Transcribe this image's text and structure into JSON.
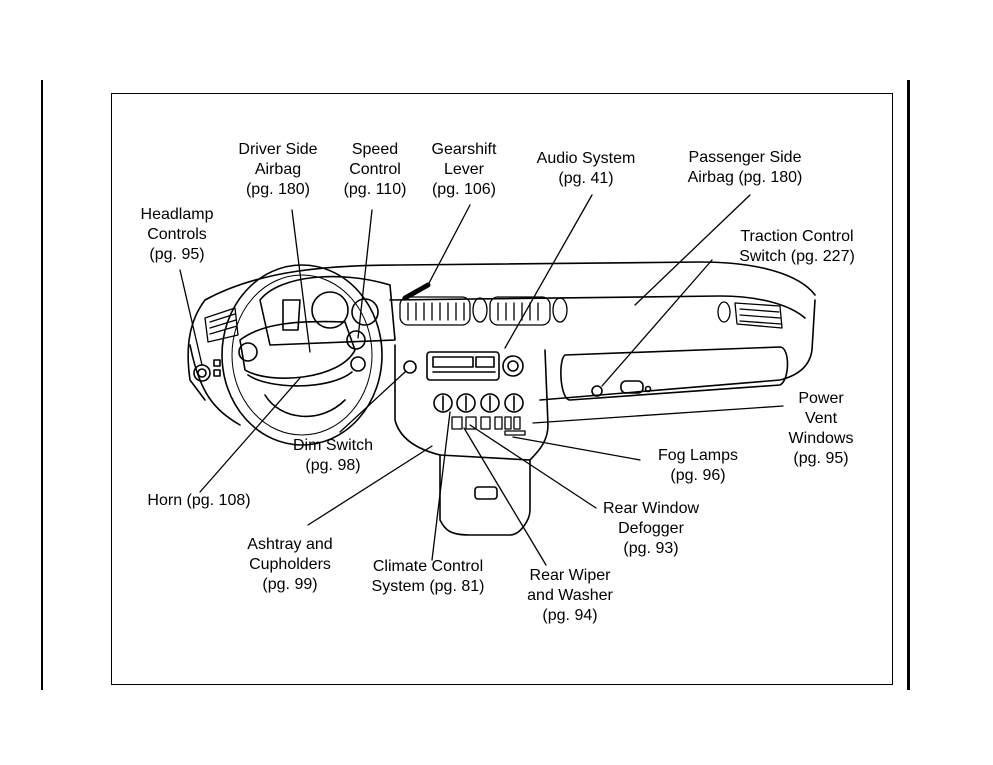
{
  "colors": {
    "ink": "#000000",
    "paper": "#ffffff"
  },
  "labels": {
    "driver_airbag": [
      "Driver Side",
      "Airbag",
      "(pg. 180)"
    ],
    "speed_control": [
      "Speed",
      "Control",
      "(pg. 110)"
    ],
    "gearshift": [
      "Gearshift",
      "Lever",
      "(pg. 106)"
    ],
    "audio": [
      "Audio System",
      "(pg. 41)"
    ],
    "passenger_airbag": [
      "Passenger Side",
      "Airbag (pg. 180)"
    ],
    "headlamp": [
      "Headlamp",
      "Controls",
      "(pg. 95)"
    ],
    "traction": [
      "Traction Control",
      "Switch (pg. 227)"
    ],
    "power_vent": [
      "Power",
      "Vent",
      "Windows",
      "(pg. 95)"
    ],
    "dim_switch": [
      "Dim Switch",
      "(pg. 98)"
    ],
    "fog_lamps": [
      "Fog Lamps",
      "(pg. 96)"
    ],
    "horn": [
      "Horn (pg. 108)"
    ],
    "rear_defogger": [
      "Rear Window",
      "Defogger",
      "(pg. 93)"
    ],
    "ashtray": [
      "Ashtray and",
      "Cupholders",
      "(pg. 99)"
    ],
    "climate": [
      "Climate Control",
      "System (pg. 81)"
    ],
    "rear_wiper": [
      "Rear Wiper",
      "and Washer",
      "(pg. 94)"
    ]
  }
}
